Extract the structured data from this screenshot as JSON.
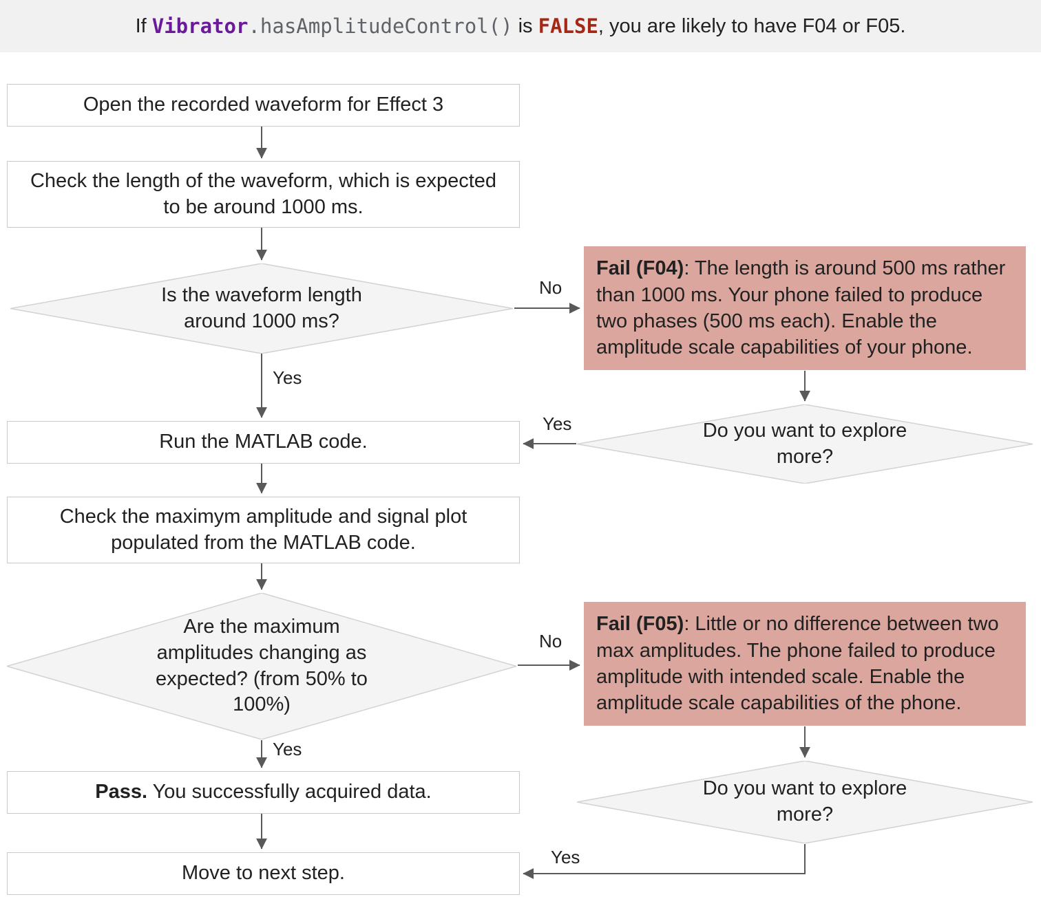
{
  "banner": {
    "prefix": "If ",
    "code_class": "Vibrator",
    "code_method": ".hasAmplitudeControl()",
    "mid": " is ",
    "code_false": "FALSE",
    "suffix": ", you are likely to have F04 or F05."
  },
  "flow": {
    "open_waveform": "Open the recorded waveform for Effect 3",
    "check_length": "Check the length of the waveform, which is expected to be around 1000 ms.",
    "decision_length": "Is the waveform length around 1000 ms?",
    "fail_f04": {
      "bold": "Fail (F04)",
      "text": ": The length is around 500 ms rather than 1000 ms. Your phone failed to produce two phases (500 ms each). Enable the amplitude scale capabilities of your phone."
    },
    "explore_1": "Do you want to explore more?",
    "run_matlab": "Run the MATLAB code.",
    "check_amplitude": "Check the maximym amplitude and signal plot populated from the MATLAB code.",
    "decision_amplitude": "Are the maximum amplitudes changing as expected? (from 50% to 100%)",
    "fail_f05": {
      "bold": "Fail (F05)",
      "text": ": Little or no difference between two max amplitudes. The phone failed to produce amplitude with intended scale. Enable the amplitude scale capabilities of the phone."
    },
    "explore_2": "Do you want to explore more?",
    "pass": {
      "bold": "Pass.",
      "text": " You successfully acquired data."
    },
    "move_next": "Move to next step."
  },
  "edge_labels": {
    "d1_no": "No",
    "d1_yes": "Yes",
    "explore1_yes": "Yes",
    "d2_no": "No",
    "d2_yes": "Yes",
    "explore2_yes": "Yes"
  },
  "colors": {
    "banner_bg": "#f1f1f1",
    "node_border": "#c9c9c9",
    "diamond_fill": "#f4f4f4",
    "diamond_border": "#d2d2d2",
    "fail_bg": "#dba69d",
    "arrow": "#595959",
    "code_purple": "#6a1b9a",
    "code_gray": "#5f6368",
    "code_red": "#a52714"
  }
}
